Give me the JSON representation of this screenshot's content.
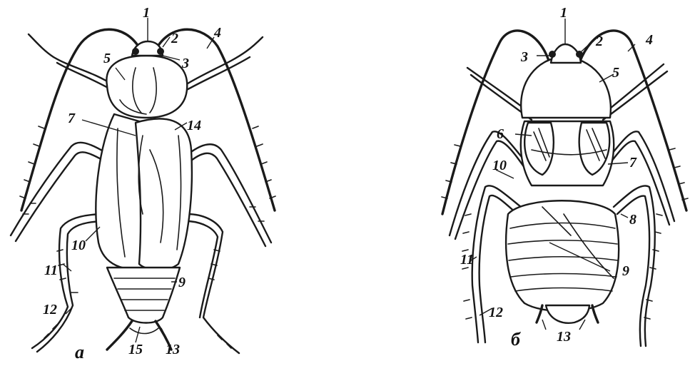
{
  "figure_a": {
    "caption": "a",
    "labels": [
      "1",
      "2",
      "3",
      "4",
      "5",
      "7",
      "14",
      "10",
      "11",
      "12",
      "9",
      "15",
      "13"
    ]
  },
  "figure_b": {
    "caption": "б",
    "labels": [
      "1",
      "2",
      "3",
      "4",
      "5",
      "6",
      "7",
      "10",
      "8",
      "11",
      "9",
      "12",
      "13"
    ]
  },
  "colors": {
    "ink": "#1a1a1a",
    "background": "#ffffff"
  }
}
